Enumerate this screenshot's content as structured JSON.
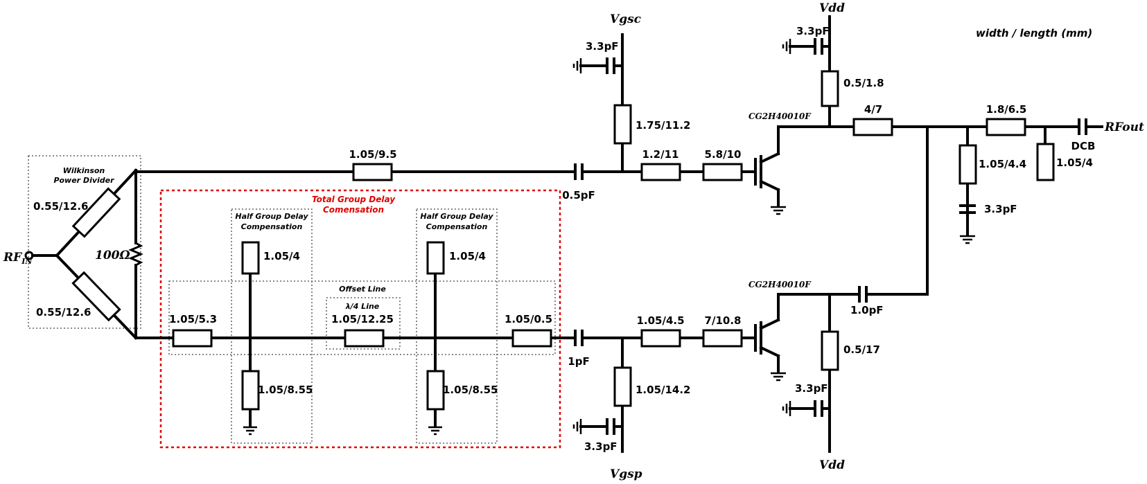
{
  "header": {
    "units_note": "width / length (mm)"
  },
  "ports": {
    "rf_in_main": "RF",
    "rf_in_sub": "IN",
    "rf_out": "RFout",
    "vgsc": "Vgsc",
    "vgsp": "Vgsp",
    "vdd_top": "Vdd",
    "vdd_bottom": "Vdd"
  },
  "devices": {
    "carrier": "CG2H40010F",
    "peaking": "CG2H40010F"
  },
  "wilkinson": {
    "title_line1": "Wilkinson",
    "title_line2": "Power Divider",
    "arm_top": "0.55/12.6",
    "arm_bottom": "0.55/12.6",
    "isolation": "100Ω"
  },
  "carrier_path": {
    "line_in": "1.05/9.5",
    "dc_block": "0.5pF",
    "gate_bias_line": "1.75/11.2",
    "gate_bias_cap": "3.3pF",
    "match1": "1.2/11",
    "match2": "5.8/10",
    "drain_bias_line": "0.5/1.8",
    "drain_bias_cap": "3.3pF",
    "output_line": "4/7"
  },
  "peaking_path": {
    "match1": "1.05/4.5",
    "match2": "7/10.8",
    "dc_block": "1pF",
    "gate_bias_line": "1.05/14.2",
    "gate_bias_cap": "3.3pF",
    "drain_bias_line": "0.5/17",
    "drain_bias_cap": "3.3pF",
    "output_cap": "1.0pF"
  },
  "output_network": {
    "shunt_line": "1.05/4.4",
    "shunt_cap": "3.3pF",
    "series_line": "1.8/6.5",
    "stub": "1.05/4",
    "dcb_label": "DCB"
  },
  "delay_compensation": {
    "total_label_line1": "Total Group Delay",
    "total_label_line2": "Comensation",
    "half_left_line1": "Half Group Delay",
    "half_left_line2": "Compensation",
    "half_right_line1": "Half Group Delay",
    "half_right_line2": "Compensation",
    "offset_title": "Offset Line",
    "quarter_title": "λ/4 Line",
    "offset_in": "1.05/5.3",
    "quarter_line": "1.05/12.25",
    "offset_out": "1.05/0.5",
    "left_stub_top": "1.05/4",
    "left_stub_bottom": "1.05/8.55",
    "right_stub_top": "1.05/4",
    "right_stub_bottom": "1.05/8.55"
  }
}
